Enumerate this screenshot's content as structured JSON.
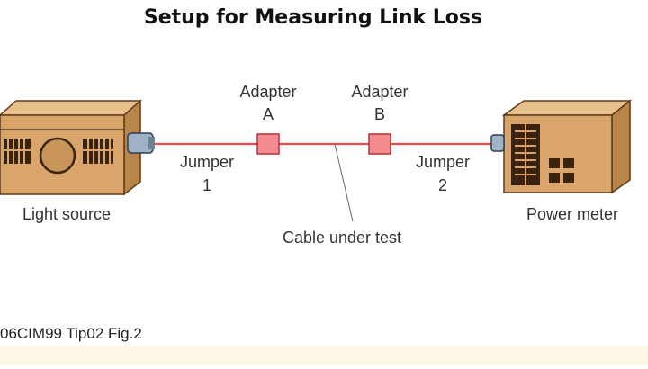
{
  "title": "Setup for Measuring Link Loss",
  "labels": {
    "light_source": "Light source",
    "power_meter": "Power meter",
    "adapter_a_line1": "Adapter",
    "adapter_a_line2": "A",
    "adapter_b_line1": "Adapter",
    "adapter_b_line2": "B",
    "jumper1_line1": "Jumper",
    "jumper1_line2": "1",
    "jumper2_line1": "Jumper",
    "jumper2_line2": "2",
    "cable_under_test": "Cable under test"
  },
  "figure_ref": "06CIM99 Tip02 Fig.2",
  "colors": {
    "box_front": "#d9a56a",
    "box_top": "#e8c08c",
    "box_side": "#b98549",
    "outline": "#5a3b1a",
    "fiber": "#e8474b",
    "adapter": "#f28a8e",
    "connector": "#9fb3c7",
    "footer_band": "#fdf8e6"
  }
}
